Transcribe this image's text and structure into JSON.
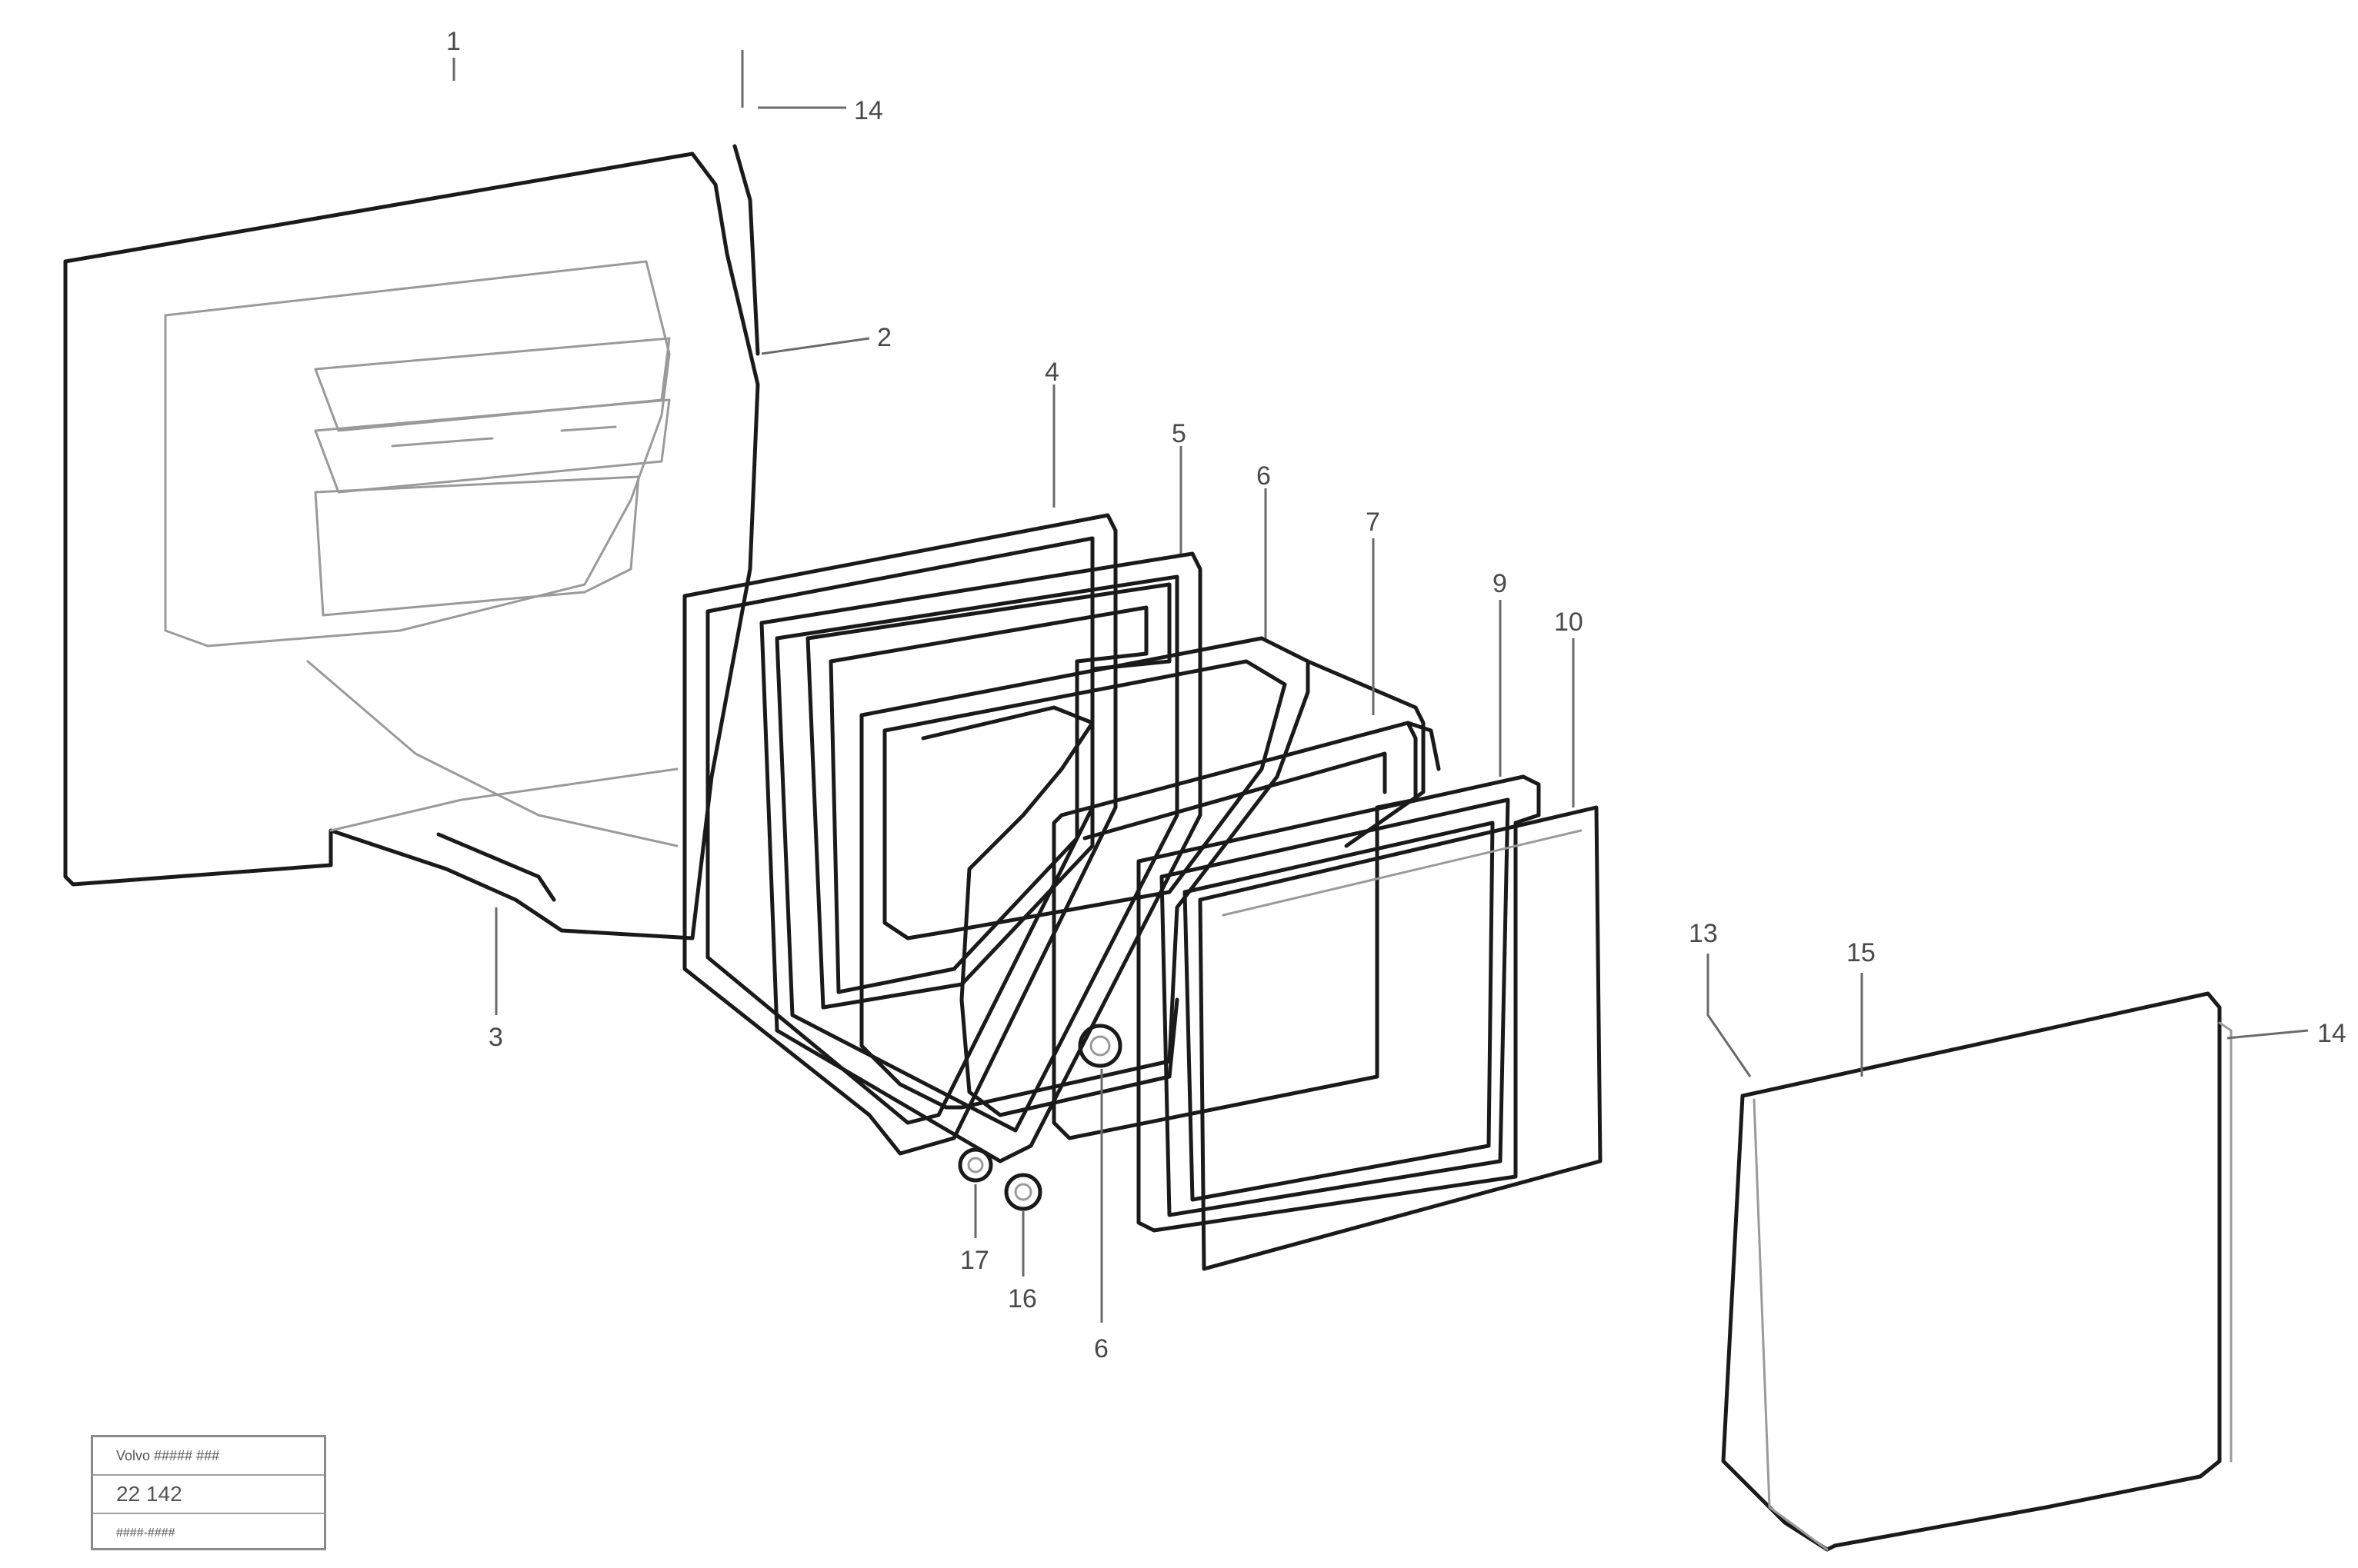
{
  "callouts": {
    "c1": "1",
    "c14_top": "14",
    "c2": "2",
    "c3": "3",
    "c4": "4",
    "c5": "5",
    "c6_top": "6",
    "c7": "7",
    "c9": "9",
    "c10": "10",
    "c6_bottom": "6",
    "c17": "17",
    "c16": "16",
    "c13": "13",
    "c15": "15",
    "c14_right": "14"
  },
  "title_block": {
    "line1": "Volvo ##### ###",
    "line2": "22 142",
    "line3": "####-####"
  }
}
